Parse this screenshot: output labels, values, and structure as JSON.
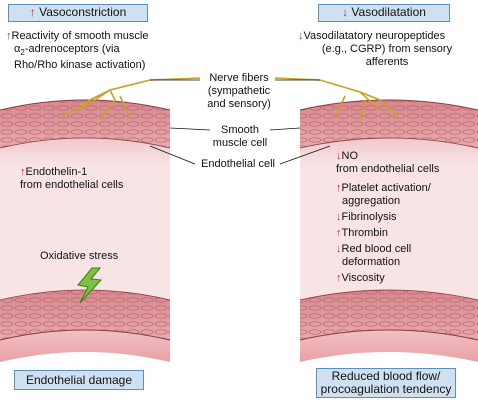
{
  "headers": {
    "left": {
      "arrow": "↑",
      "text": "Vasoconstriction"
    },
    "right": {
      "arrow": "↓",
      "text": "Vasodilatation"
    }
  },
  "left_top": {
    "arrow": "↑",
    "line1": "Reactivity of smooth muscle",
    "line2_prefix": "α",
    "line2_sub": "2",
    "line2_suffix": "-adrenoceptors (via",
    "line3": "Rho/Rho kinase activation)"
  },
  "right_top": {
    "arrow": "↓",
    "line1": "Vasodilatatory neuropeptides",
    "line2": "(e.g., CGRP) from sensory",
    "line3": "afferents"
  },
  "center_labels": {
    "nerve_fibers": [
      "Nerve fibers",
      "(sympathetic",
      "and sensory)"
    ],
    "smooth_muscle": [
      "Smooth",
      "muscle cell"
    ],
    "endothelial": "Endothelial cell"
  },
  "left_inner": {
    "endothelin": {
      "arrow": "↑",
      "line1": "Endothelin-1",
      "line2": "from endothelial cells"
    },
    "oxidative": "Oxidative stress"
  },
  "right_inner": [
    {
      "arrow": "↓",
      "lines": [
        "NO",
        "from endothelial cells"
      ]
    },
    {
      "arrow": "↑",
      "lines": [
        "Platelet activation/",
        "aggregation"
      ]
    },
    {
      "arrow": "↓",
      "lines": [
        "Fibrinolysis"
      ]
    },
    {
      "arrow": "↑",
      "lines": [
        "Thrombin"
      ]
    },
    {
      "arrow": "↓",
      "lines": [
        "Red blood cell",
        "deformation"
      ]
    },
    {
      "arrow": "↑",
      "lines": [
        "Viscosity"
      ]
    }
  ],
  "footers": {
    "left": "Endothelial damage",
    "right": [
      "Reduced blood flow/",
      "procoagulation tendency"
    ]
  },
  "colors": {
    "header_fill": "#cfe1f0",
    "header_border": "#5a8fbf",
    "arrow_red": "#c0282e",
    "vessel_pink": "#e6949a",
    "lumen_fill": "#f4d3d5",
    "nerve_gold": "#c9a227",
    "bolt_green": "#7cc242"
  }
}
